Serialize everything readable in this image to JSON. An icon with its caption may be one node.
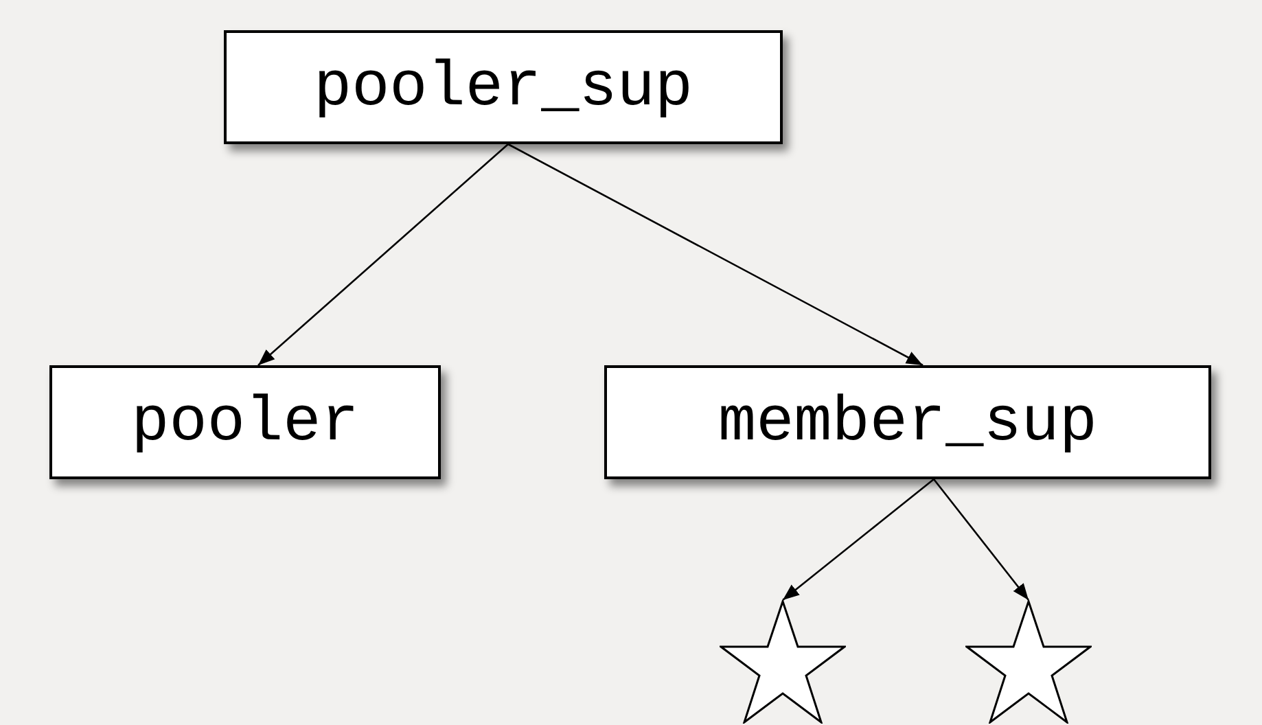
{
  "diagram": {
    "nodes": [
      {
        "text": [
          "pooler_sup"
        ]
      },
      {
        "text": [
          "pooler"
        ]
      },
      {
        "text": [
          "member_sup"
        ]
      },
      {
        "text": [],
        "shape": "star"
      },
      {
        "text": [],
        "shape": "star"
      }
    ],
    "edges": [
      {
        "from": 0,
        "to": 1,
        "arrow": "to"
      },
      {
        "from": 0,
        "to": 2,
        "arrow": "to"
      },
      {
        "from": 2,
        "to": 3,
        "arrow": "to"
      },
      {
        "from": 2,
        "to": 4,
        "arrow": "to"
      }
    ]
  }
}
